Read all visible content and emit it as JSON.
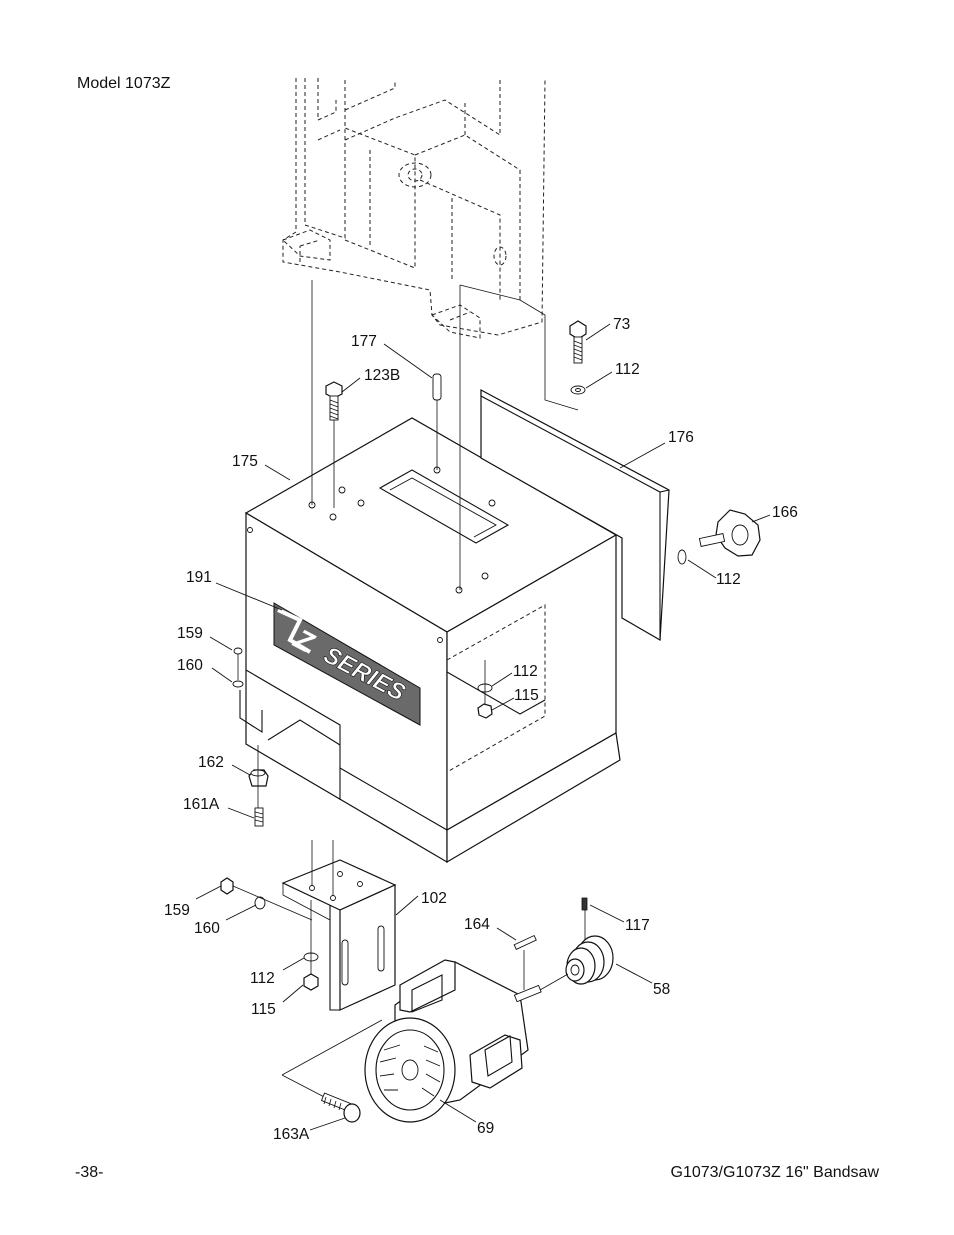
{
  "header": {
    "model": "Model 1073Z"
  },
  "footer": {
    "page": "-38-",
    "manual": "G1073/G1073Z 16\" Bandsaw"
  },
  "badge": {
    "text": "SERIES",
    "letter": "Z"
  },
  "callouts": [
    {
      "id": "c73",
      "text": "73"
    },
    {
      "id": "c177",
      "text": "177"
    },
    {
      "id": "c123b",
      "text": "123B"
    },
    {
      "id": "c112a",
      "text": "112"
    },
    {
      "id": "c176",
      "text": "176"
    },
    {
      "id": "c175",
      "text": "175"
    },
    {
      "id": "c166",
      "text": "166"
    },
    {
      "id": "c112b",
      "text": "112"
    },
    {
      "id": "c191",
      "text": "191"
    },
    {
      "id": "c159a",
      "text": "159"
    },
    {
      "id": "c160a",
      "text": "160"
    },
    {
      "id": "c112c",
      "text": "112"
    },
    {
      "id": "c115a",
      "text": "115"
    },
    {
      "id": "c162",
      "text": "162"
    },
    {
      "id": "c161a",
      "text": "161A"
    },
    {
      "id": "c159b",
      "text": "159"
    },
    {
      "id": "c102",
      "text": "102"
    },
    {
      "id": "c160b",
      "text": "160"
    },
    {
      "id": "c164",
      "text": "164"
    },
    {
      "id": "c117",
      "text": "117"
    },
    {
      "id": "c112d",
      "text": "112"
    },
    {
      "id": "c58",
      "text": "58"
    },
    {
      "id": "c115b",
      "text": "115"
    },
    {
      "id": "c69",
      "text": "69"
    },
    {
      "id": "c163a",
      "text": "163A"
    }
  ]
}
